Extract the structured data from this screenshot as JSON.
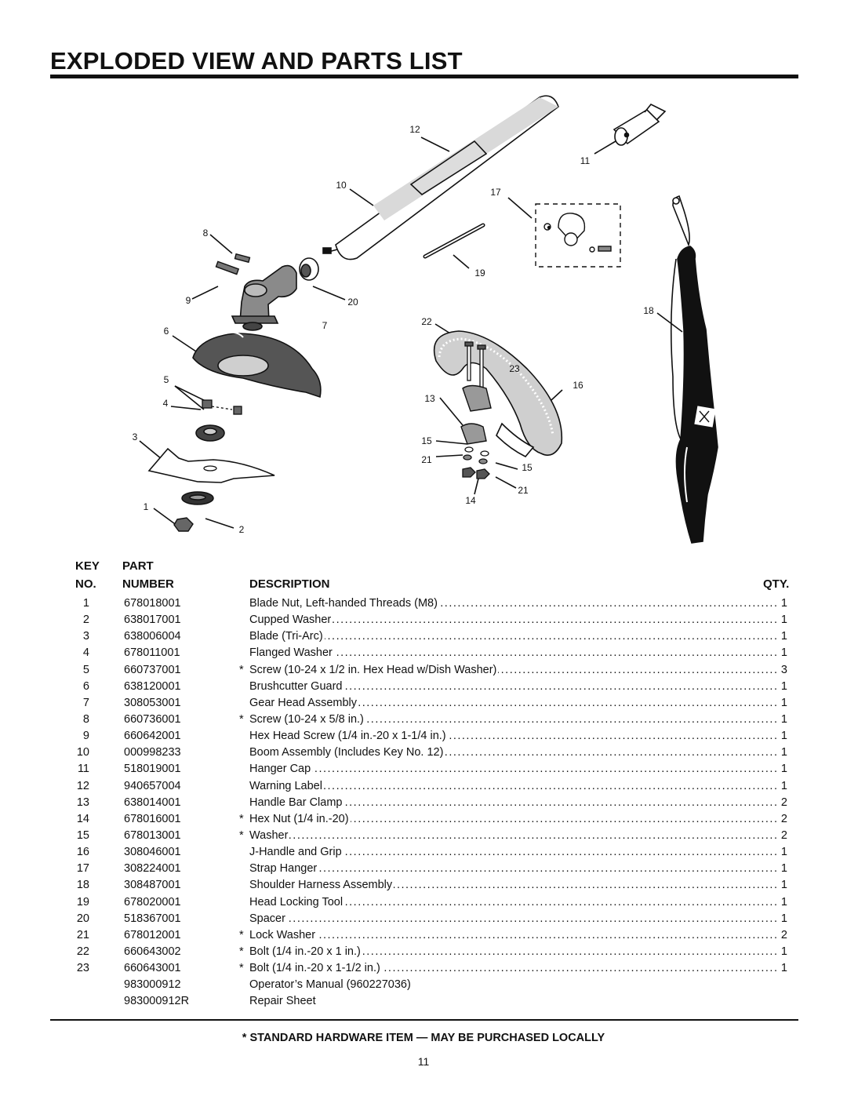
{
  "title": "EXPLODED VIEW AND PARTS LIST",
  "callouts": [
    "1",
    "2",
    "3",
    "4",
    "5",
    "6",
    "7",
    "8",
    "9",
    "10",
    "11",
    "12",
    "13",
    "14",
    "15",
    "15",
    "16",
    "17",
    "18",
    "19",
    "20",
    "21",
    "21",
    "22",
    "23"
  ],
  "table": {
    "headers": {
      "key_line1": "KEY",
      "key_line2": "NO.",
      "part_line1": "PART",
      "part_line2": "NUMBER",
      "description": "DESCRIPTION",
      "qty": "QTY."
    },
    "rows": [
      {
        "key": "1",
        "part": "678018001",
        "star": "",
        "desc": "Blade Nut, Left-handed Threads (M8)",
        "qty": "1"
      },
      {
        "key": "2",
        "part": "638017001",
        "star": "",
        "desc": "Cupped Washer",
        "qty": "1"
      },
      {
        "key": "3",
        "part": "638006004",
        "star": "",
        "desc": "Blade (Tri-Arc)",
        "qty": "1"
      },
      {
        "key": "4",
        "part": "678011001",
        "star": "",
        "desc": "Flanged Washer",
        "qty": "1"
      },
      {
        "key": "5",
        "part": "660737001",
        "star": "*",
        "desc": "Screw (10-24 x 1/2 in. Hex Head w/Dish Washer)",
        "qty": "3"
      },
      {
        "key": "6",
        "part": "638120001",
        "star": "",
        "desc": "Brushcutter Guard",
        "qty": "1"
      },
      {
        "key": "7",
        "part": "308053001",
        "star": "",
        "desc": "Gear Head Assembly",
        "qty": "1"
      },
      {
        "key": "8",
        "part": "660736001",
        "star": "*",
        "desc": "Screw (10-24 x 5/8 in.)",
        "qty": "1"
      },
      {
        "key": "9",
        "part": "660642001",
        "star": "",
        "desc": "Hex Head Screw (1/4 in.-20 x 1-1/4 in.)",
        "qty": "1"
      },
      {
        "key": "10",
        "part": "000998233",
        "star": "",
        "desc": "Boom Assembly (Includes Key No. 12)",
        "qty": "1"
      },
      {
        "key": "11",
        "part": "518019001",
        "star": "",
        "desc": "Hanger Cap",
        "qty": "1"
      },
      {
        "key": "12",
        "part": "940657004",
        "star": "",
        "desc": "Warning Label",
        "qty": "1"
      },
      {
        "key": "13",
        "part": "638014001",
        "star": "",
        "desc": "Handle Bar Clamp",
        "qty": "2"
      },
      {
        "key": "14",
        "part": "678016001",
        "star": "*",
        "desc": "Hex Nut (1/4 in.-20)",
        "qty": "2"
      },
      {
        "key": "15",
        "part": "678013001",
        "star": "*",
        "desc": "Washer",
        "qty": "2"
      },
      {
        "key": "16",
        "part": "308046001",
        "star": "",
        "desc": "J-Handle and Grip",
        "qty": "1"
      },
      {
        "key": "17",
        "part": "308224001",
        "star": "",
        "desc": "Strap Hanger",
        "qty": "1"
      },
      {
        "key": "18",
        "part": "308487001",
        "star": "",
        "desc": "Shoulder Harness Assembly",
        "qty": "1"
      },
      {
        "key": "19",
        "part": "678020001",
        "star": "",
        "desc": "Head Locking Tool",
        "qty": "1"
      },
      {
        "key": "20",
        "part": "518367001",
        "star": "",
        "desc": "Spacer",
        "qty": "1"
      },
      {
        "key": "21",
        "part": "678012001",
        "star": "*",
        "desc": "Lock Washer",
        "qty": "2"
      },
      {
        "key": "22",
        "part": "660643002",
        "star": "*",
        "desc": "Bolt (1/4 in.-20 x 1 in.)",
        "qty": "1"
      },
      {
        "key": "23",
        "part": "660643001",
        "star": "*",
        "desc": "Bolt (1/4 in.-20 x 1-1/2 in.)",
        "qty": "1"
      },
      {
        "key": "",
        "part": "983000912",
        "star": "",
        "desc": "Operator’s Manual (960227036)",
        "qty": ""
      },
      {
        "key": "",
        "part": "983000912R",
        "star": "",
        "desc": "Repair Sheet",
        "qty": ""
      }
    ]
  },
  "footnote": "* STANDARD HARDWARE ITEM — MAY BE PURCHASED LOCALLY",
  "page_number": "11"
}
